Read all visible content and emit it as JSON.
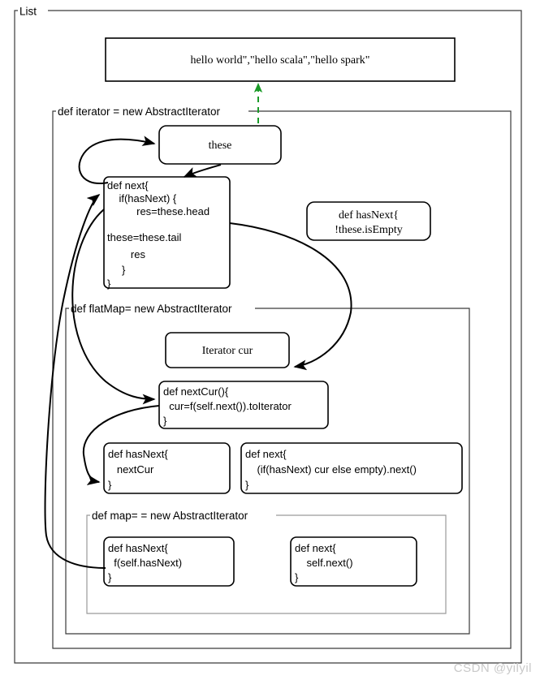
{
  "diagram": {
    "title": "Scala List iterator / flatMap / map structure",
    "colors": {
      "frame": "#3a3a3a",
      "frame_soft": "#9a9a9a",
      "node_stroke": "#000000",
      "arrow": "#000000",
      "arrow_green": "#1a9a28",
      "watermark": "#c9c9c9",
      "background": "#ffffff"
    },
    "watermark": "CSDN @yilyil",
    "groups": [
      {
        "id": "list",
        "label": "List"
      },
      {
        "id": "iterator",
        "label": "def iterator = new AbstractIterator"
      },
      {
        "id": "flatmap",
        "label": "def flatMap= new AbstractIterator"
      },
      {
        "id": "map",
        "label": "def map= = new AbstractIterator"
      }
    ],
    "nodes": [
      {
        "id": "source-list",
        "name": "hello-list-box",
        "text": "hello world\",\"hello scala\",\"hello spark\""
      },
      {
        "id": "these",
        "name": "these-box",
        "text": "these"
      },
      {
        "id": "def-next-iter",
        "name": "def-next-iterator-box",
        "lines": [
          "def next{",
          "    if(hasNext) {",
          "          res=these.head",
          "",
          "these=these.tail",
          "        res",
          "     }",
          "}"
        ]
      },
      {
        "id": "def-hasnext-iter",
        "name": "def-hasnext-iterator-box",
        "lines": [
          "def hasNext{",
          "!these.isEmpty"
        ]
      },
      {
        "id": "iterator-cur",
        "name": "iterator-cur-box",
        "text": "Iterator cur"
      },
      {
        "id": "def-nextcur",
        "name": "def-nextcur-box",
        "lines": [
          "def nextCur(){",
          "  cur=f(self.next()).toIterator",
          "}"
        ]
      },
      {
        "id": "def-hasnext-flatmap",
        "name": "def-hasnext-flatmap-box",
        "lines": [
          "def hasNext{",
          "   nextCur",
          "}"
        ]
      },
      {
        "id": "def-next-flatmap",
        "name": "def-next-flatmap-box",
        "lines": [
          "def next{",
          "    (if(hasNext) cur else empty).next()",
          "}"
        ]
      },
      {
        "id": "def-hasnext-map",
        "name": "def-hasnext-map-box",
        "lines": [
          "def hasNext{",
          "  f(self.hasNext)",
          "}"
        ]
      },
      {
        "id": "def-next-map",
        "name": "def-next-map-box",
        "lines": [
          "def next{",
          "    self.next()",
          "}"
        ]
      }
    ],
    "edges": [
      {
        "id": "e1",
        "name": "edge-defnext-to-these",
        "from": "def-next-iter",
        "to": "these",
        "style": "solid"
      },
      {
        "id": "e2",
        "name": "edge-these-to-defnext",
        "from": "these",
        "to": "def-next-iter",
        "style": "solid"
      },
      {
        "id": "e3",
        "name": "edge-defnext-to-iteratorcur",
        "from": "def-next-iter",
        "to": "iterator-cur",
        "style": "solid"
      },
      {
        "id": "e4",
        "name": "edge-defnext-to-nextcur",
        "from": "def-next-iter",
        "to": "def-nextcur",
        "style": "solid"
      },
      {
        "id": "e5",
        "name": "edge-nextcur-to-hasnext",
        "from": "def-nextcur",
        "to": "def-hasnext-flatmap",
        "style": "solid"
      },
      {
        "id": "e6",
        "name": "edge-hasnextmap-to-defnext",
        "from": "def-hasnext-map",
        "to": "def-next-iter",
        "style": "solid"
      },
      {
        "id": "e7",
        "name": "edge-iterator-to-source",
        "from": "iterator-group",
        "to": "source-list",
        "style": "dashed-green"
      }
    ]
  }
}
